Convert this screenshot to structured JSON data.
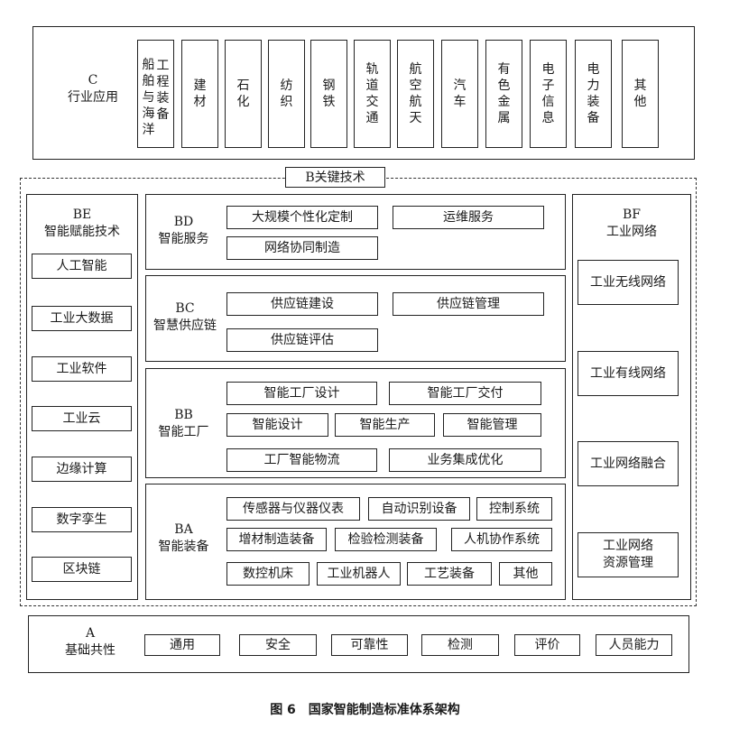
{
  "c_layer": {
    "code": "C",
    "name": "行业应用",
    "industries": [
      {
        "col1": "船舶与海洋",
        "col2": "工程装备"
      },
      "建材",
      "石化",
      "纺织",
      "钢铁",
      "轨道交通",
      "航空航天",
      "汽车",
      "有色金属",
      "电子信息",
      "电力装备",
      "其他"
    ]
  },
  "b_layer": {
    "title": "B关键技术",
    "be": {
      "code": "BE",
      "name": "智能赋能技术",
      "items": [
        "人工智能",
        "工业大数据",
        "工业软件",
        "工业云",
        "边缘计算",
        "数字孪生",
        "区块链"
      ]
    },
    "bf": {
      "code": "BF",
      "name": "工业网络",
      "items": [
        "工业无线网络",
        "工业有线网络",
        "工业网络融合",
        "工业网络资源管理"
      ]
    },
    "bd": {
      "code": "BD",
      "name": "智能服务",
      "items": [
        "大规模个性化定制",
        "运维服务",
        "网络协同制造"
      ]
    },
    "bc": {
      "code": "BC",
      "name": "智慧供应链",
      "items": [
        "供应链建设",
        "供应链管理",
        "供应链评估"
      ]
    },
    "bb": {
      "code": "BB",
      "name": "智能工厂",
      "items": [
        "智能工厂设计",
        "智能工厂交付",
        "智能设计",
        "智能生产",
        "智能管理",
        "工厂智能物流",
        "业务集成优化"
      ]
    },
    "ba": {
      "code": "BA",
      "name": "智能装备",
      "items": [
        "传感器与仪器仪表",
        "自动识别设备",
        "控制系统",
        "增材制造装备",
        "检验检测装备",
        "人机协作系统",
        "数控机床",
        "工业机器人",
        "工艺装备",
        "其他"
      ]
    }
  },
  "a_layer": {
    "code": "A",
    "name": "基础共性",
    "items": [
      "通用",
      "安全",
      "可靠性",
      "检测",
      "评价",
      "人员能力"
    ]
  },
  "caption": "图 6　国家智能制造标准体系架构"
}
